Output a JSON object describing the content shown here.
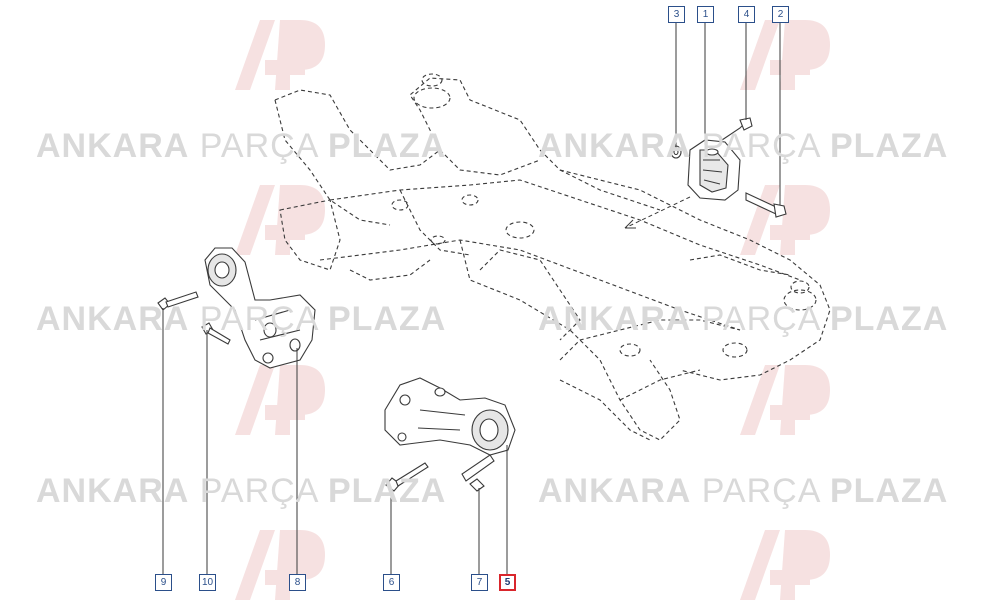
{
  "watermark": {
    "word1": "ANKARA",
    "word2": "PARÇA",
    "word3": "PLAZA",
    "logo": "AP"
  },
  "callouts": [
    {
      "id": "1",
      "highlight": false
    },
    {
      "id": "2",
      "highlight": false
    },
    {
      "id": "3",
      "highlight": false
    },
    {
      "id": "4",
      "highlight": false
    },
    {
      "id": "5",
      "highlight": true
    },
    {
      "id": "6",
      "highlight": false
    },
    {
      "id": "7",
      "highlight": false
    },
    {
      "id": "8",
      "highlight": false
    },
    {
      "id": "9",
      "highlight": false
    },
    {
      "id": "10",
      "highlight": false
    }
  ],
  "colors": {
    "callout_border": "#2b4f8a",
    "highlight_border": "#d9262c",
    "drawing_line": "#3a3a3a",
    "watermark": "#d9d9d9",
    "watermark_logo": "#f3d4d4"
  }
}
